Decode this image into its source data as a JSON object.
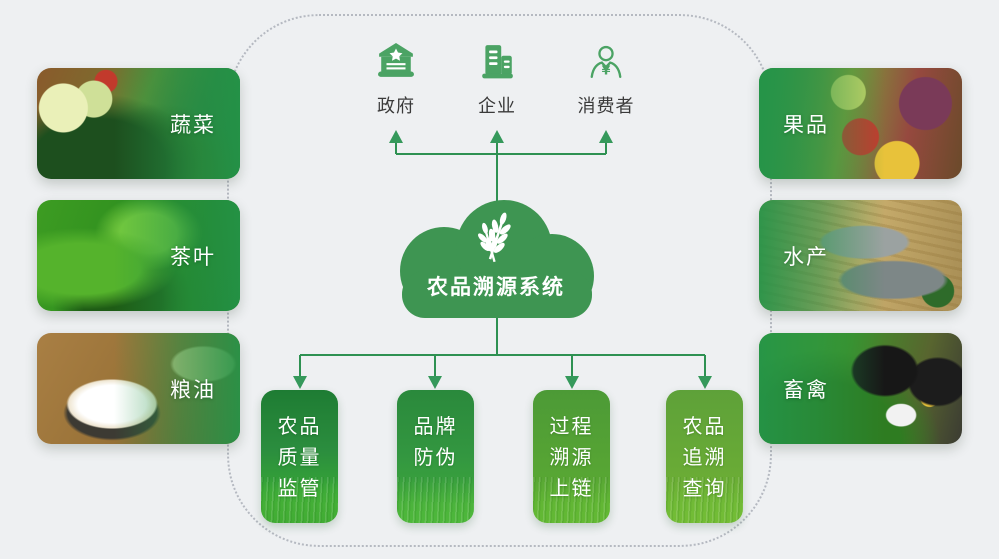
{
  "cloud": {
    "title": "农品溯源系统",
    "icon": "wheat-icon"
  },
  "entities": [
    {
      "label": "政府",
      "icon": "government-icon"
    },
    {
      "label": "企业",
      "icon": "enterprise-icon"
    },
    {
      "label": "消费者",
      "icon": "consumer-icon"
    }
  ],
  "functions": [
    {
      "lines": [
        "农品",
        "质量",
        "监管"
      ]
    },
    {
      "lines": [
        "品牌",
        "防伪"
      ]
    },
    {
      "lines": [
        "过程",
        "溯源",
        "上链"
      ]
    },
    {
      "lines": [
        "农品",
        "追溯",
        "查询"
      ]
    }
  ],
  "categories": {
    "left": [
      {
        "label": "蔬菜"
      },
      {
        "label": "茶叶"
      },
      {
        "label": "粮油"
      }
    ],
    "right": [
      {
        "label": "果品"
      },
      {
        "label": "水产"
      },
      {
        "label": "畜禽"
      }
    ]
  },
  "colors": {
    "background": "#eef0f2",
    "cloud_green": "#3e9552",
    "icon_green": "#4ba364",
    "connector_green": "#2e9152",
    "dashed_border": "#b5b9c1"
  }
}
